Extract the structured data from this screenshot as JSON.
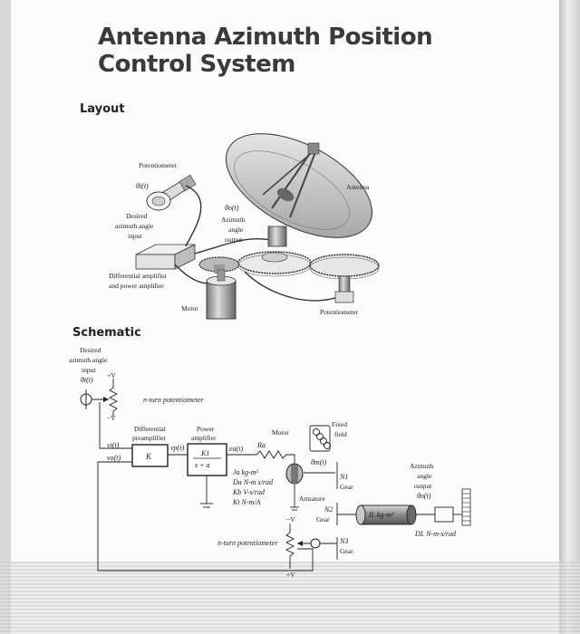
{
  "title_line1": "Antenna Azimuth Position",
  "title_line2": "Control System",
  "layout": {
    "heading": "Layout",
    "potentiometer_top": "Potentiometer",
    "theta_i": "θi(t)",
    "desired_1": "Desired",
    "desired_2": "azimuth angle",
    "desired_3": "input",
    "theta_o": "θo(t)",
    "azimuth_1": "Azimuth",
    "azimuth_2": "angle",
    "azimuth_3": "output",
    "antenna": "Antenna",
    "amp_1": "Differential amplifier",
    "amp_2": "and power amplifier",
    "motor": "Motor",
    "potentiometer_bottom": "Potentiometer"
  },
  "schematic": {
    "heading": "Schematic",
    "desired_1": "Desired",
    "desired_2": "azimuth angle",
    "desired_3": "input",
    "theta_i": "θi(t)",
    "plus_v_top": "+V",
    "minus_v_top": "−V",
    "nturn_pot_top": "n-turn potentiometer",
    "diff_preamp_1": "Differential",
    "diff_preamp_2": "preamplifier",
    "power_amp_1": "Power",
    "power_amp_2": "amplifier",
    "vi": "vi(t)",
    "vo": "vo(t)",
    "vp": "vp(t)",
    "k_gain": "K",
    "k1_num": "K1",
    "k1_den": "s + a",
    "ea": "ea(t)",
    "ra": "Ra",
    "motor": "Motor",
    "fixed_field_1": "Fixed",
    "fixed_field_2": "field",
    "theta_m": "θm(t)",
    "ja": "Ja  kg-m²",
    "da": "Da  N-m s/rad",
    "kb": "Kb  V-s/rad",
    "kt": "Kt  N-m/A",
    "armature": "Armature",
    "n1": "N1",
    "gear1": "Gear",
    "n2": "N2",
    "gear2": "Gear",
    "n3": "N3",
    "gear3": "Gear",
    "minus_v_bottom": "−V",
    "plus_v_bottom": "+V",
    "nturn_pot_bottom": "n-turn potentiometer",
    "load": "JL  kg-m²",
    "dl": "DL N-m-s/rad",
    "azimuth_1": "Azimuth",
    "azimuth_2": "angle",
    "azimuth_3": "output",
    "theta_o": "θo(t)"
  }
}
